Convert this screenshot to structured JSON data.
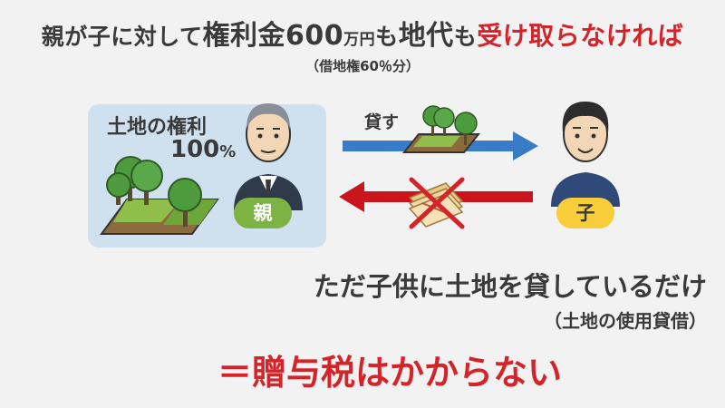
{
  "title": {
    "part1": "親が子に対して",
    "part2": "権利金",
    "amount": "600",
    "unit": "万円",
    "part3": "も",
    "part4": "地代",
    "part5": "も",
    "emphasis": "受け取らなければ"
  },
  "subtitle": "（借地権60％分）",
  "land": {
    "label": "土地の権利",
    "percent": "100",
    "percent_unit": "%"
  },
  "parent_label": "親",
  "child_label": "子",
  "lend_label": "貸す",
  "main_text": "ただ子供に土地を貸しているだけ",
  "sub_text": "（土地の使用貸借）",
  "conclusion": "＝贈与税はかからない",
  "colors": {
    "card": "#cfe0ef",
    "arrow_blue": "#3a7bc8",
    "arrow_red": "#c9151b",
    "accent_red": "#d4242a",
    "parent_green": "#7cb342",
    "child_yellow": "#f7cd3a"
  },
  "icons": [
    "land-with-trees-icon",
    "parent-person-icon",
    "child-person-icon",
    "money-bundle-icon",
    "cross-mark-icon"
  ]
}
